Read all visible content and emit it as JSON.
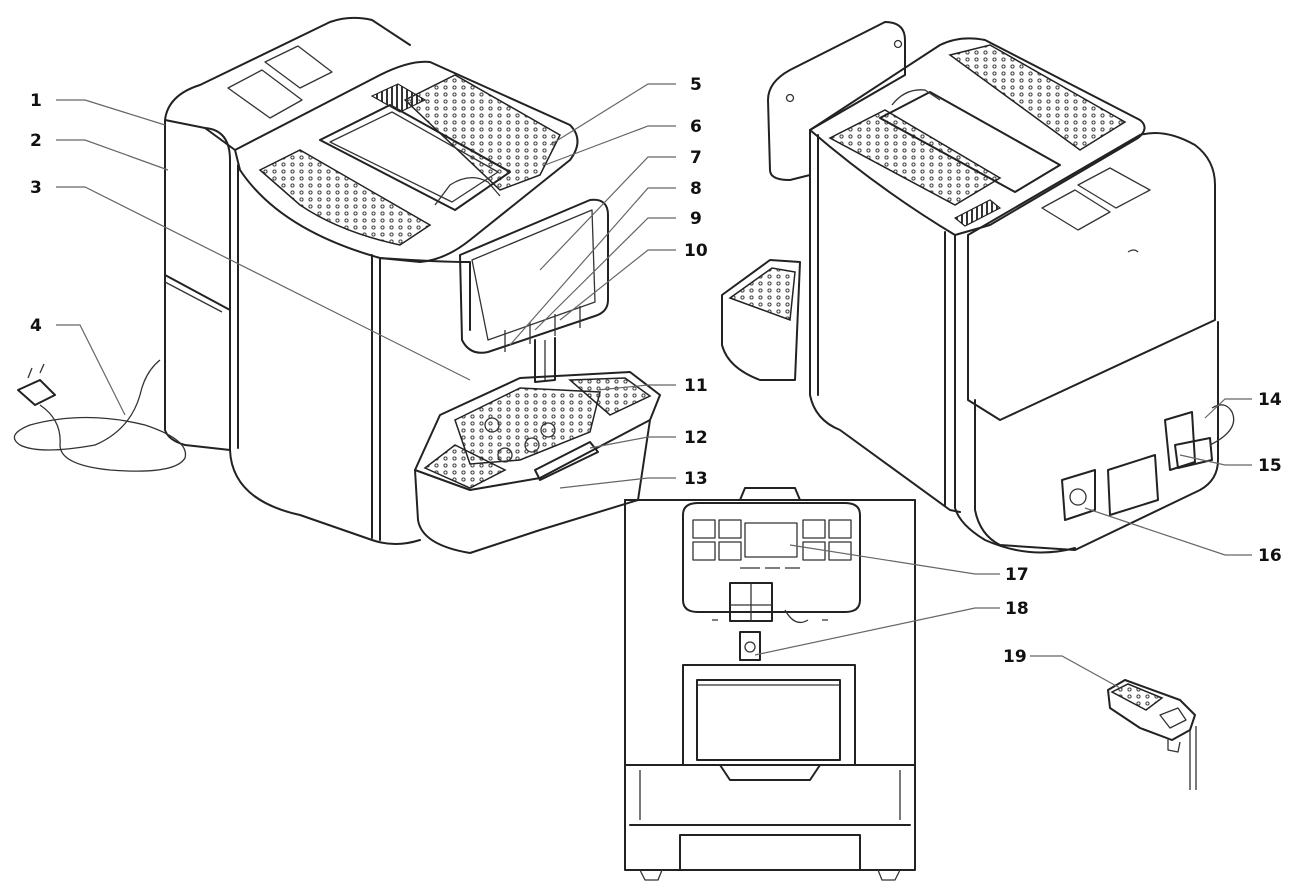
{
  "callouts": {
    "c1": "1",
    "c2": "2",
    "c3": "3",
    "c4": "4",
    "c5": "5",
    "c6": "6",
    "c7": "7",
    "c8": "8",
    "c9": "9",
    "c10": "10",
    "c11": "11",
    "c12": "12",
    "c13": "13",
    "c14": "14",
    "c15": "15",
    "c16": "16",
    "c17": "17",
    "c18": "18",
    "c19": "19"
  },
  "colors": {
    "line": "#222222",
    "leader": "#666666",
    "background": "#ffffff"
  }
}
